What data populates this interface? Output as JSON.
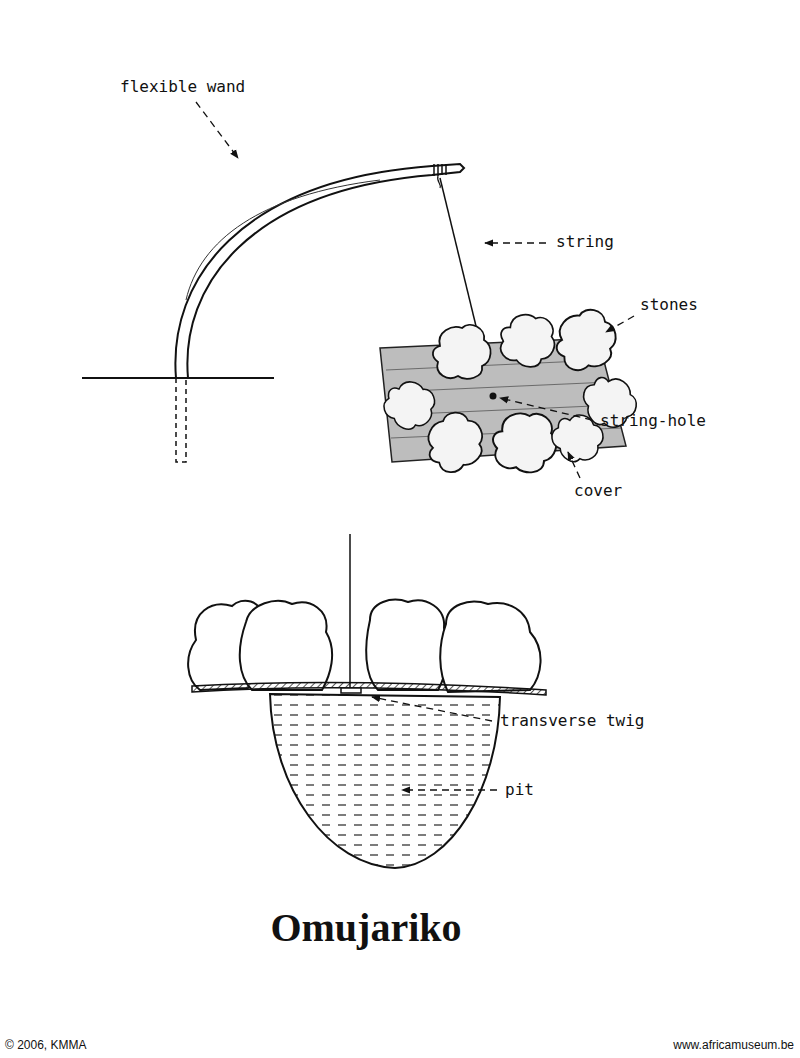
{
  "diagram": {
    "title": "Omujariko",
    "labels": [
      "flexible wand",
      "string",
      "stones",
      "string-hole",
      "cover",
      "transverse twig",
      "pit",
      "© 2006, KMMA",
      "www.africamuseum.be"
    ]
  }
}
